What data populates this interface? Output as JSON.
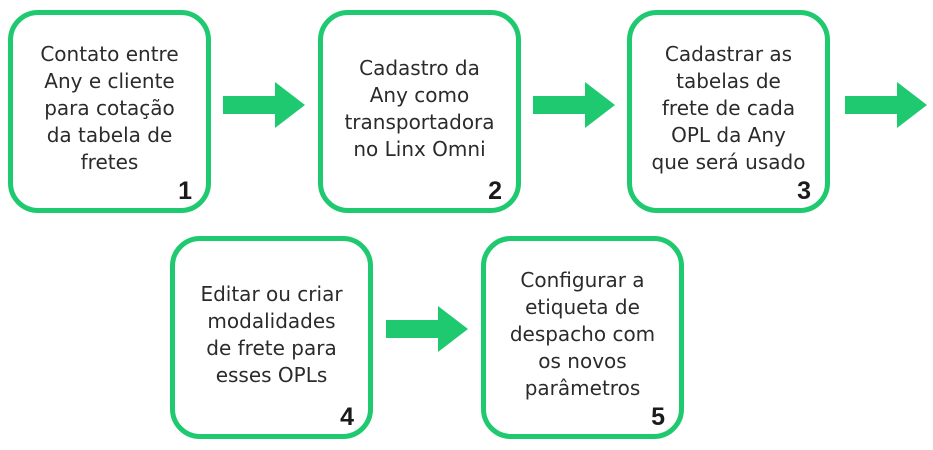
{
  "colors": {
    "accent": "#1ec96f",
    "text": "#2b2b2b"
  },
  "steps": [
    {
      "text": "Contato entre\nAny e cliente\npara cotação\nda tabela de\nfretes",
      "number": "1"
    },
    {
      "text": "Cadastro da\nAny como\ntransportadora\nno Linx Omni",
      "number": "2"
    },
    {
      "text": "Cadastrar as\ntabelas de\nfrete de cada\nOPL da Any\nque será usado",
      "number": "3"
    },
    {
      "text": "Editar ou criar\nmodalidades\nde frete para\nesses OPLs",
      "number": "4"
    },
    {
      "text": "Configurar a\netiqueta de\ndespacho com\nos novos\nparâmetros",
      "number": "5"
    }
  ]
}
